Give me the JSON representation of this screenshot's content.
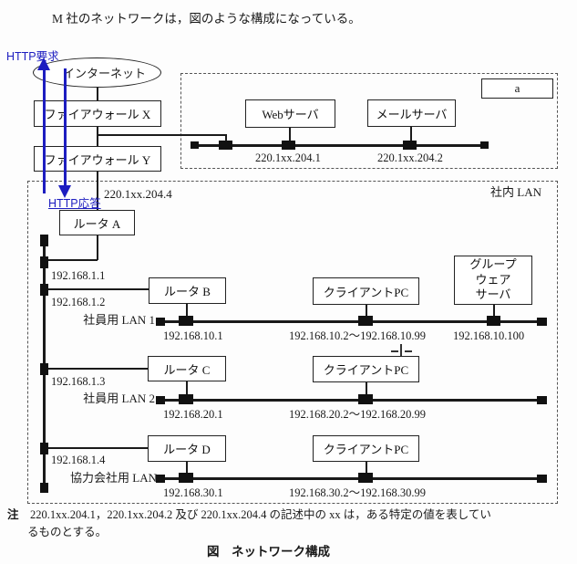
{
  "intro_text": "M 社のネットワークは，図のような構成になっている。",
  "annotations": {
    "http_request": "HTTP要求",
    "http_response": "HTTP応答"
  },
  "internet_label": "インターネット",
  "firewalls": {
    "x": "ファイアウォール X",
    "y": "ファイアウォール Y"
  },
  "dmz": {
    "box_a_label": "a",
    "web_server_label": "Webサーバ",
    "mail_server_label": "メールサーバ",
    "web_server_ip": "220.1xx.204.1",
    "mail_server_ip": "220.1xx.204.2"
  },
  "internal_lan": {
    "label": "社内 LAN",
    "gateway_ip": "220.1xx.204.4",
    "router_a_label": "ルータ A",
    "backbone_ips": [
      "192.168.1.1",
      "192.168.1.2",
      "192.168.1.3",
      "192.168.1.4"
    ],
    "segments": [
      {
        "name": "社員用 LAN 1",
        "router_label": "ルータ B",
        "router_ip": "192.168.10.1",
        "client_label": "クライアントPC",
        "client_ip_range": "192.168.10.2～192.168.10.99",
        "server_label_lines": [
          "グループ",
          "ウェア",
          "サーバ"
        ],
        "server_ip": "192.168.10.100"
      },
      {
        "name": "社員用 LAN 2",
        "router_label": "ルータ C",
        "router_ip": "192.168.20.1",
        "client_label": "クライアントPC",
        "client_ip_range": "192.168.20.2～192.168.20.99"
      },
      {
        "name": "協力会社用 LAN",
        "router_label": "ルータ D",
        "router_ip": "192.168.30.1",
        "client_label": "クライアントPC",
        "client_ip_range": "192.168.30.2～192.168.30.99"
      }
    ]
  },
  "note": {
    "label": "注",
    "line1": "220.1xx.204.1，220.1xx.204.2 及び 220.1xx.204.4 の記述中の xx は，ある特定の値を表してい",
    "line2": "るものとする。"
  },
  "caption": "図　ネットワーク構成",
  "colors": {
    "arrow_blue": "#1d1dc0",
    "line_black": "#1a1a1a"
  }
}
